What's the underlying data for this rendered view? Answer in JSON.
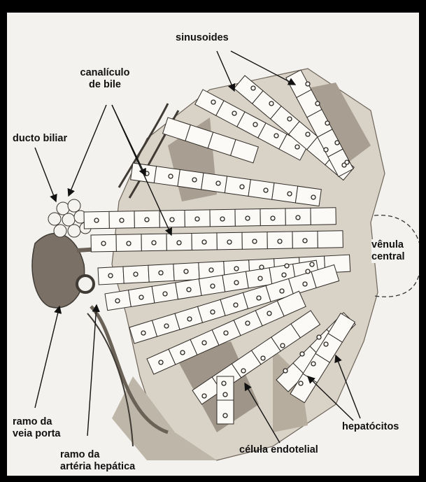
{
  "labels": {
    "sinusoides": "sinusoides",
    "canaliculo_line1": "canalículo",
    "canaliculo_line2": "de bile",
    "ducto_biliar": "ducto biliar",
    "venula_line1": "vênula",
    "venula_line2": "central",
    "veia_porta_line1": "ramo da",
    "veia_porta_line2": "veia porta",
    "arteria_line1": "ramo da",
    "arteria_line2": "artéria hepática",
    "hepatocitos": "hepatócitos",
    "celula_endotelial": "célula endotelial"
  },
  "colors": {
    "background": "#000000",
    "paper": "#f4f2ee",
    "ink": "#1a1a1a",
    "shade": "#8d8478"
  }
}
